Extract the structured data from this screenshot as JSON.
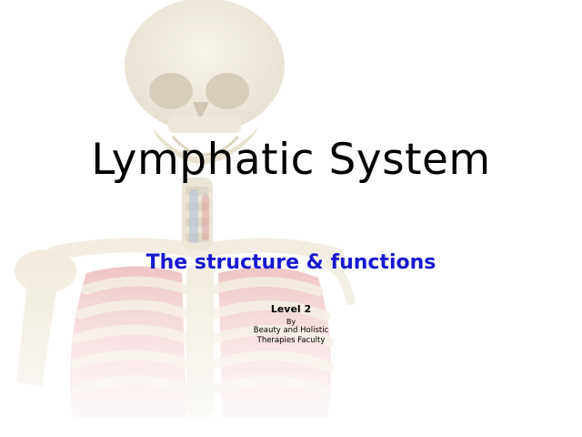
{
  "slide": {
    "title": "Lymphatic System",
    "subtitle": "The structure & functions",
    "level": "Level 2",
    "by": "By",
    "faculty_line1": "Beauty and Holistic",
    "faculty_line2": "Therapies Faculty"
  },
  "colors": {
    "title": "#000000",
    "subtitle": "#1818d0",
    "background": "#ffffff"
  }
}
